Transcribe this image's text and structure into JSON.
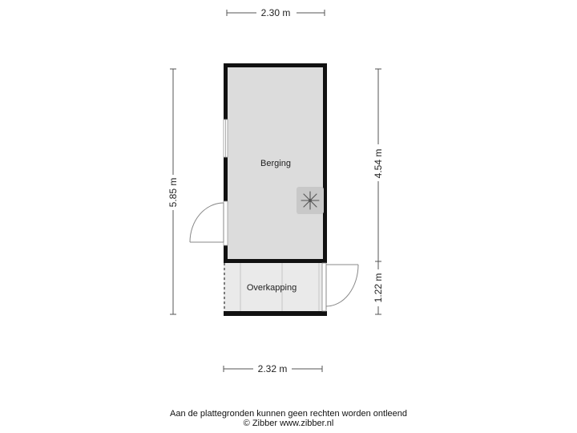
{
  "dimensions": {
    "top_width": "2.30 m",
    "bottom_width": "2.32 m",
    "left_height": "5.85 m",
    "right_upper_height": "4.54 m",
    "right_lower_height": "1.22 m"
  },
  "rooms": {
    "berging": "Berging",
    "overkapping": "Overkapping"
  },
  "icons": {
    "fixture": "fan-icon"
  },
  "footer": {
    "disclaimer": "Aan de plattegronden kunnen geen rechten worden ontleend",
    "copyright": "© Zibber www.zibber.nl"
  }
}
